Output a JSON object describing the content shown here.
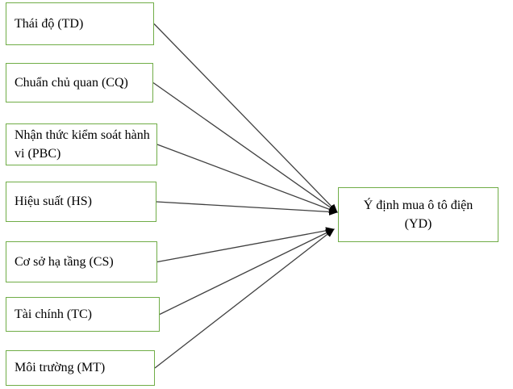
{
  "diagram": {
    "nodes": [
      {
        "id": "TD",
        "label": "Thái độ (TD)"
      },
      {
        "id": "CQ",
        "label": "Chuẩn chủ quan (CQ)"
      },
      {
        "id": "PBC",
        "label": "Nhận thức kiểm soát hành vi (PBC)"
      },
      {
        "id": "HS",
        "label": "Hiệu suất (HS)"
      },
      {
        "id": "CS",
        "label": "Cơ sở hạ tầng (CS)"
      },
      {
        "id": "TC",
        "label": "Tài chính (TC)"
      },
      {
        "id": "MT",
        "label": "Môi trường (MT)"
      }
    ],
    "target": {
      "id": "YD",
      "label_lines": [
        "Ý định mua ô tô điện",
        "(YD)"
      ]
    },
    "edges": [
      {
        "from": "TD",
        "to": "YD"
      },
      {
        "from": "CQ",
        "to": "YD"
      },
      {
        "from": "PBC",
        "to": "YD"
      },
      {
        "from": "HS",
        "to": "YD"
      },
      {
        "from": "CS",
        "to": "YD"
      },
      {
        "from": "TC",
        "to": "YD"
      },
      {
        "from": "MT",
        "to": "YD"
      }
    ],
    "colors": {
      "box_border": "#70AD47",
      "arrow": "#404040",
      "arrowhead": "#000000",
      "text": "#000000",
      "background": "#FFFFFF"
    }
  }
}
